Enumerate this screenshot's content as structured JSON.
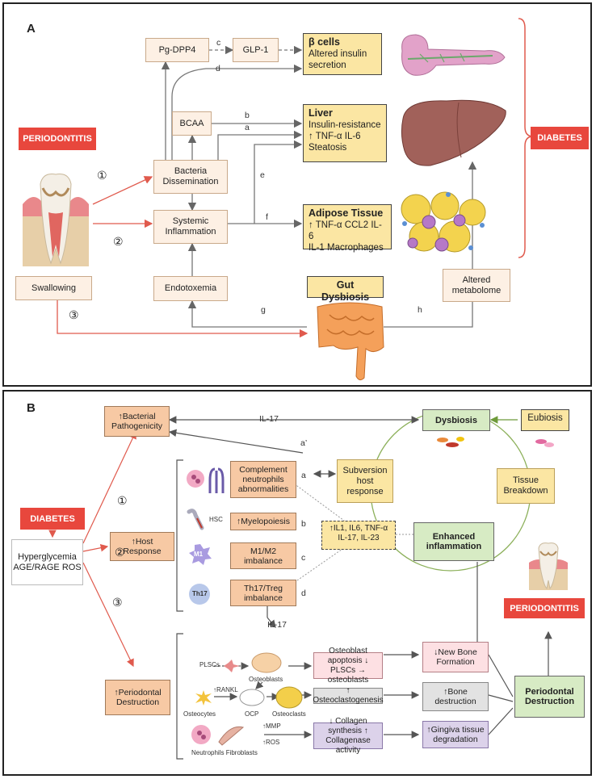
{
  "colors": {
    "accent_red": "#e8473d",
    "box_fill": "#fdf0e4",
    "yellow": "#fbe6a3",
    "green": "#d7ebc4",
    "orange": "#f7c9a4"
  },
  "icons": [
    "tooth-icon",
    "pancreas-icon",
    "liver-icon",
    "adipose-icon",
    "intestine-icon",
    "neutrophil-icon",
    "hsc-icon",
    "macrophage-icon",
    "th17-icon",
    "cell-icon"
  ],
  "panelA": {
    "letter": "A",
    "periodontitis": "PERIODONTITIS",
    "diabetes": "DIABETES",
    "pg_dpp4": "Pg-DPP4",
    "glp1": "GLP-1",
    "bcaa": "BCAA",
    "bacteria": "Bacteria Dissemination",
    "systemic": "Systemic Inflammation",
    "swallowing": "Swallowing",
    "endotoxemia": "Endotoxemia",
    "gut": "Gut Dysbiosis",
    "altered_metabolome": "Altered metabolome",
    "beta_title": "β cells",
    "beta_text": "Altered insulin secretion",
    "liver_title": "Liver",
    "liver_l1": "Insulin-resistance",
    "liver_l2": "↑ TNF-α IL-6",
    "liver_l3": "Steatosis",
    "adipose_title": "Adipose Tissue",
    "adipose_l1": "↑ TNF-α CCL2 IL-6",
    "adipose_l2": "IL-1 Macrophages",
    "letters": {
      "a": "a",
      "b": "b",
      "c": "c",
      "d": "d",
      "e": "e",
      "f": "f",
      "g": "g",
      "h": "h"
    },
    "nums": {
      "one": "①",
      "two": "②",
      "three": "③"
    }
  },
  "panelB": {
    "letter": "B",
    "diabetes": "DIABETES",
    "hyper": "Hyperglycemia AGE/RAGE ROS",
    "bact_path": "↑Bacterial Pathogenicity",
    "host_resp": "↑Host Response",
    "perio_dest_left": "↑Periodontal Destruction",
    "il17_top": "IL-17",
    "il17_mid": "IL-17",
    "a_prime": "a’",
    "dysbiosis": "Dysbiosis",
    "eubiosis": "Eubiosis",
    "subversion": "Subversion host response",
    "tissue_breakdown": "Tissue Breakdown",
    "enhanced": "Enhanced inflammation",
    "cytokines": "↑IL1, IL6, TNF-α IL-17, IL-23",
    "complement": "Complement neutrophils abnormalities",
    "myelopoiesis": "↑Myelopoiesis",
    "m1m2": "M1/M2 imbalance",
    "th17treg": "Th17/Treg imbalance",
    "hsc": "HSC",
    "m1": "M1",
    "th17": "Th17",
    "letters": {
      "a": "a",
      "b": "b",
      "c": "c",
      "d": "d"
    },
    "nums": {
      "one": "①",
      "two": "②",
      "three": "③"
    },
    "osteoblast_apop": "Osteoblast apoptosis ↓ PLSCs → osteoblasts",
    "osteoclastogenesis": "↑ Osteoclastogenesis",
    "collagen": "↓ Collagen synthesis ↑ Collagenase activity",
    "new_bone": "↓New Bone Formation",
    "bone_destruction": "↑Bone destruction",
    "gingiva": "↑Gingiva tissue degradation",
    "periodontitis": "PERIODONTITIS",
    "perio_dest_right": "Periodontal Destruction",
    "plscs": "PLSCs",
    "osteoblasts": "Osteoblasts",
    "rankl": "↑RANKL",
    "osteocytes": "Osteocytes",
    "ocp": "OCP",
    "osteoclasts": "Osteoclasts",
    "mmp": "↑MMP",
    "ros": "↑ROS",
    "neutro_fibro": "Neutrophils Fibroblasts"
  }
}
